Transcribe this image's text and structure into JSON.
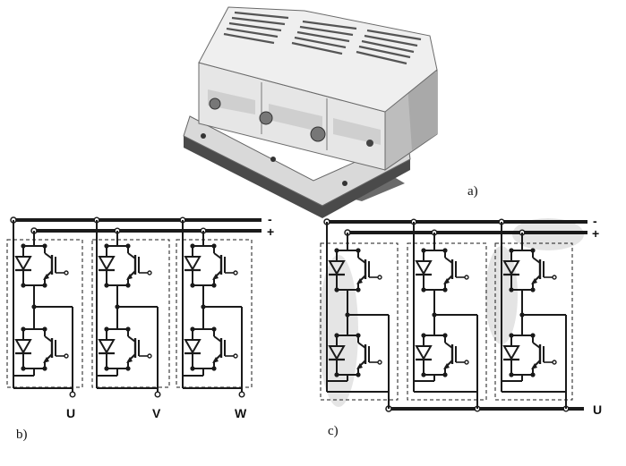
{
  "figure": {
    "labels": {
      "a": "a)",
      "b": "b)",
      "c": "c)"
    },
    "polarity": {
      "minus": "-",
      "plus": "+"
    },
    "phases_b": [
      "U",
      "V",
      "W"
    ],
    "output_c": "U"
  },
  "colors": {
    "ink": "#1a1a1a",
    "module_body": "#e4e4e4",
    "module_shadow": "#9a9a9a",
    "module_base": "#555555",
    "shadow_c": "#c8c8c8"
  }
}
